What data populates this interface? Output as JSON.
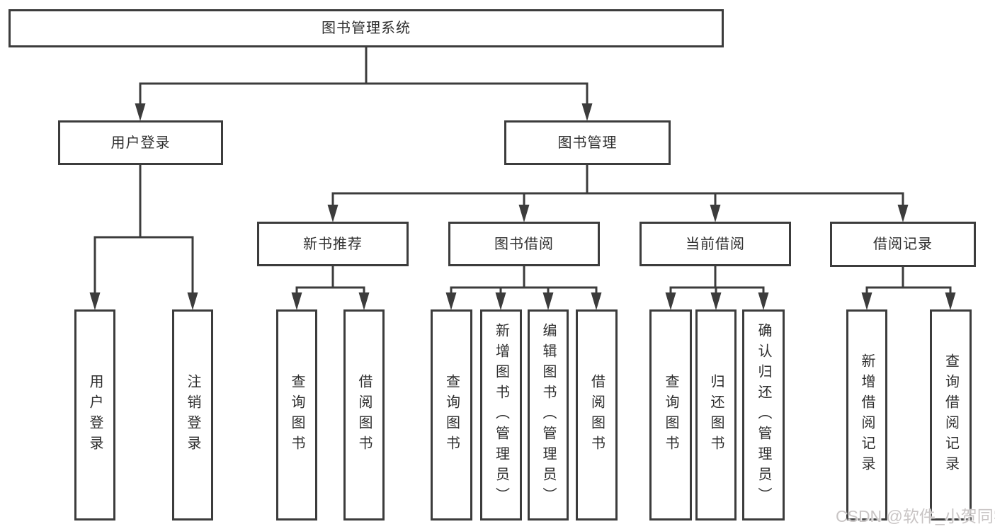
{
  "diagram": {
    "root": "图书管理系统",
    "level2": {
      "user_login": "用户登录",
      "book_management": "图书管理"
    },
    "level3": {
      "new_book_recommend": "新书推荐",
      "book_borrowing": "图书借阅",
      "current_borrowing": "当前借阅",
      "borrowing_records": "借阅记录"
    },
    "leaves": {
      "user_login": "用户登录",
      "logout_login": "注销登录",
      "nb_query_books": "查询图书",
      "nb_borrow_books": "借阅图书",
      "bb_query_books": "查询图书",
      "bb_add_books": "新增图书（管理员）",
      "bb_edit_books": "编辑图书（管理员）",
      "bb_borrow_books": "借阅图书",
      "cb_query_books": "查询图书",
      "cb_return_books": "归还图书",
      "cb_confirm_return": "确认归还（管理员）",
      "br_add_record": "新增借阅记录",
      "br_query_record": "查询借阅记录"
    }
  },
  "watermark": "CSDN @软件_小贺同学",
  "colors": {
    "line": "#3c3c3c",
    "text": "#2e2e2e",
    "watermark": "#c9c5c5",
    "background": "#ffffff"
  }
}
